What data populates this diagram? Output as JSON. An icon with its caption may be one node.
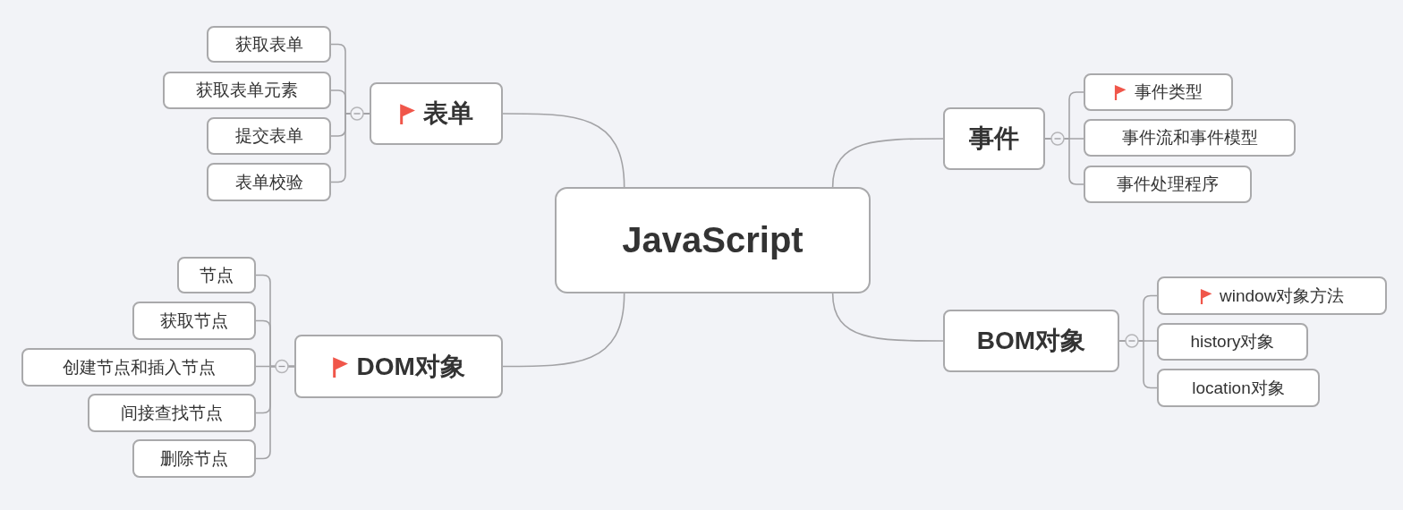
{
  "diagram": {
    "nodes": [
      {
        "text": [
          "JavaScript"
        ]
      },
      {
        "text": [
          "表单"
        ]
      },
      {
        "text": [
          "获取表单"
        ]
      },
      {
        "text": [
          "获取表单元素"
        ]
      },
      {
        "text": [
          "提交表单"
        ]
      },
      {
        "text": [
          "表单校验"
        ]
      },
      {
        "text": [
          "事件"
        ]
      },
      {
        "text": [
          "事件类型"
        ]
      },
      {
        "text": [
          "事件流和事件模型"
        ]
      },
      {
        "text": [
          "事件处理程序"
        ]
      },
      {
        "text": [
          "BOM对象"
        ]
      },
      {
        "text": [
          "window对象方法"
        ]
      },
      {
        "text": [
          "history对象"
        ]
      },
      {
        "text": [
          "location对象"
        ]
      },
      {
        "text": [
          "DOM对象"
        ]
      },
      {
        "text": [
          "节点"
        ]
      },
      {
        "text": [
          "获取节点"
        ]
      },
      {
        "text": [
          "创建节点和插入节点"
        ]
      },
      {
        "text": [
          "间接查找节点"
        ]
      },
      {
        "text": [
          "删除节点"
        ]
      }
    ],
    "edges": [
      {
        "from": 0,
        "to": 1,
        "arrow": "none"
      },
      {
        "from": 1,
        "to": 2,
        "arrow": "none"
      },
      {
        "from": 1,
        "to": 3,
        "arrow": "none"
      },
      {
        "from": 1,
        "to": 4,
        "arrow": "none"
      },
      {
        "from": 1,
        "to": 5,
        "arrow": "none"
      },
      {
        "from": 0,
        "to": 6,
        "arrow": "none"
      },
      {
        "from": 6,
        "to": 7,
        "arrow": "none"
      },
      {
        "from": 6,
        "to": 8,
        "arrow": "none"
      },
      {
        "from": 6,
        "to": 9,
        "arrow": "none"
      },
      {
        "from": 0,
        "to": 10,
        "arrow": "none"
      },
      {
        "from": 10,
        "to": 11,
        "arrow": "none"
      },
      {
        "from": 10,
        "to": 12,
        "arrow": "none"
      },
      {
        "from": 10,
        "to": 13,
        "arrow": "none"
      },
      {
        "from": 0,
        "to": 14,
        "arrow": "none"
      },
      {
        "from": 14,
        "to": 15,
        "arrow": "none"
      },
      {
        "from": 14,
        "to": 16,
        "arrow": "none"
      },
      {
        "from": 14,
        "to": 17,
        "arrow": "none"
      },
      {
        "from": 14,
        "to": 18,
        "arrow": "none"
      },
      {
        "from": 14,
        "to": 19,
        "arrow": "none"
      }
    ]
  }
}
